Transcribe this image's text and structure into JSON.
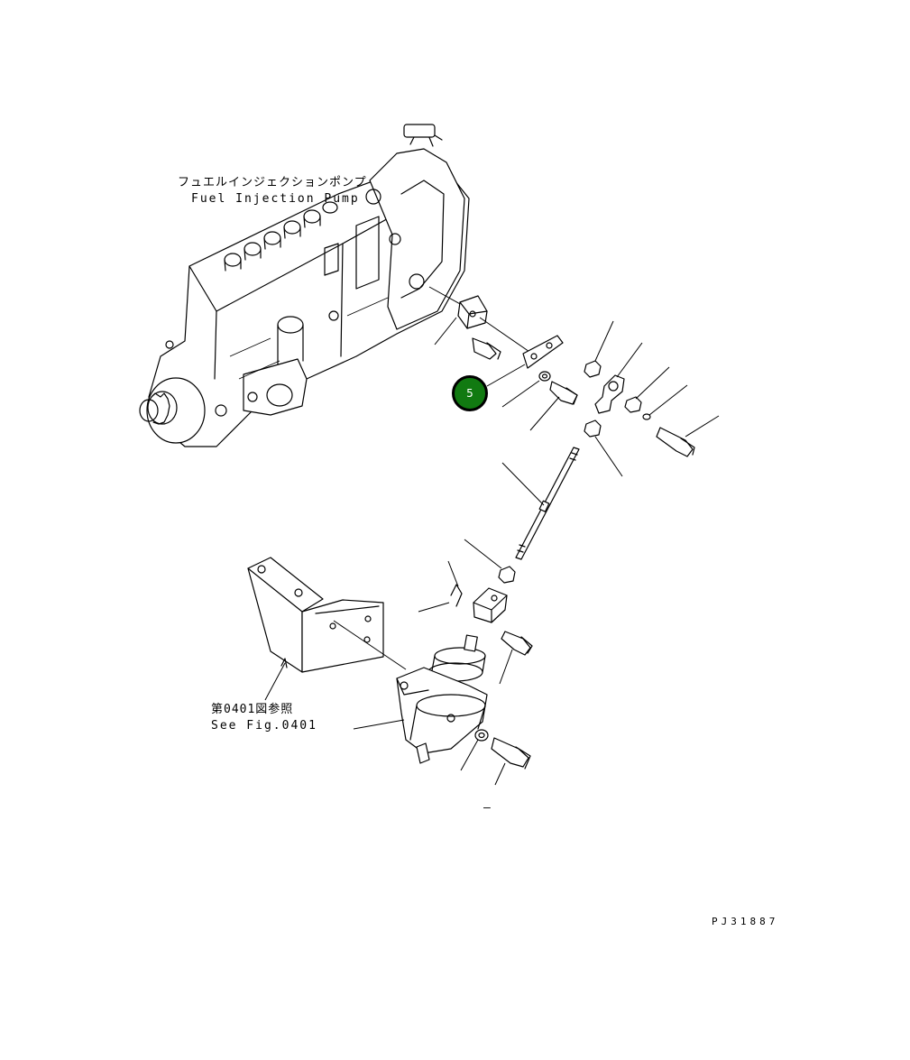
{
  "labels": {
    "pump_jp": "フュエルインジェクションポンプ",
    "pump_en": "Fuel Injection Pump",
    "fig_ref_jp": "第0401図参照",
    "fig_ref_en": "See Fig.0401",
    "drawing_number": "PJ31887",
    "dash": "–"
  },
  "callouts": [
    {
      "number": "5",
      "color": "#117a11"
    }
  ]
}
